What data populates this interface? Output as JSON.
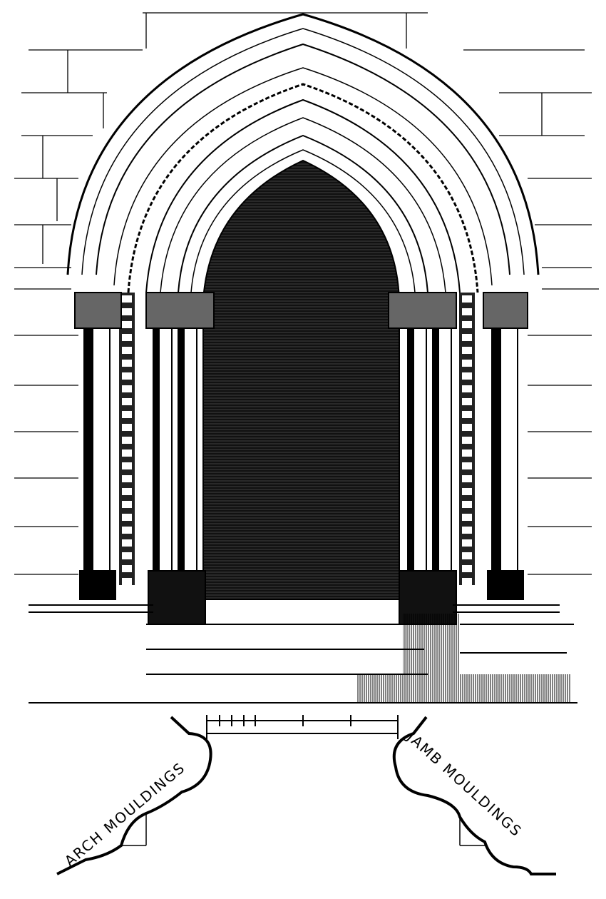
{
  "title": "Gothic doorway elevation with moulding sections",
  "labels": {
    "arch_mouldings": "ARCH MOULDINGS",
    "jamb_mouldings": "JAMB MOULDINGS"
  },
  "colors": {
    "ink": "#000000",
    "paper": "#ffffff"
  }
}
